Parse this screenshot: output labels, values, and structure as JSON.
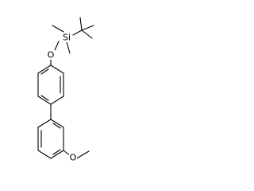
{
  "molecule": {
    "atoms": {
      "oxygen_silyl_ether": "O",
      "silicon": "Si",
      "oxygen_methoxy": "O"
    }
  }
}
